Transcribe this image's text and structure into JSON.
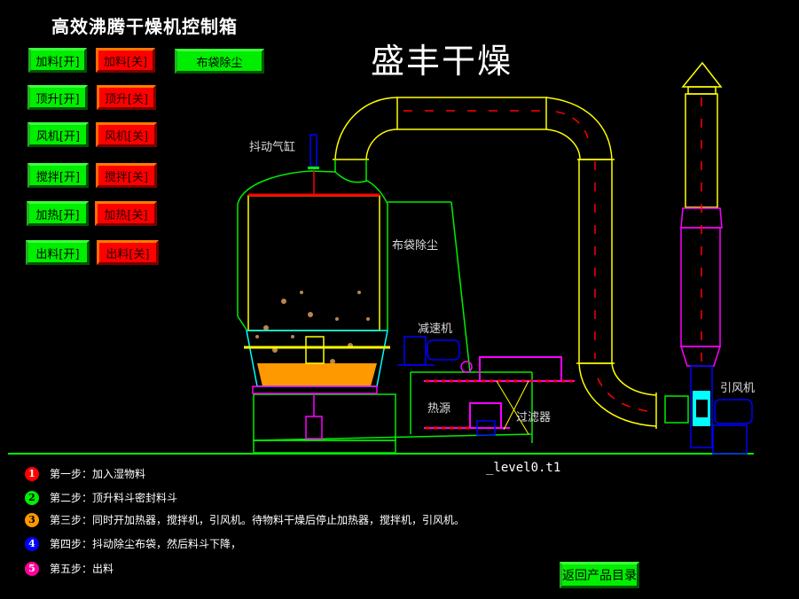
{
  "header": {
    "title": "高效沸腾干燥机控制箱",
    "brand": "盛丰干燥"
  },
  "controls": {
    "rows": [
      {
        "on": "加料[开]",
        "off": "加料[关]"
      },
      {
        "on": "顶升[开]",
        "off": "顶升[关]"
      },
      {
        "on": "风机[开]",
        "off": "风机[关]"
      },
      {
        "on": "搅拌[开]",
        "off": "搅拌[关]"
      },
      {
        "on": "加热[开]",
        "off": "加热[关]"
      },
      {
        "on": "出料[开]",
        "off": "出料[关]"
      }
    ],
    "bag_dust": "布袋除尘",
    "back": "返回产品目录"
  },
  "diagram_labels": {
    "cylinder": "抖动气缸",
    "bag_filter": "布袋除尘",
    "reducer": "减速机",
    "heat_source": "热源",
    "filter": "过滤器",
    "fan": "引风机"
  },
  "steps": [
    {
      "num": "1",
      "color": "#ff0000",
      "text": "第一步：加入湿物料"
    },
    {
      "num": "2",
      "color": "#00ee00",
      "text": "第二步：顶升料斗密封料斗"
    },
    {
      "num": "3",
      "color": "#ff9900",
      "text": "第三步：同时开加热器，搅拌机，引风机。待物料干燥后停止加热器，搅拌机，引风机。"
    },
    {
      "num": "4",
      "color": "#0000ff",
      "text": "第四步：抖动除尘布袋，然后料斗下降，"
    },
    {
      "num": "5",
      "color": "#ff0099",
      "text": "第五步：出料"
    }
  ],
  "variable_text": "_level0.t1",
  "colors": {
    "on_button": "#00ee00",
    "off_button": "#ff0000",
    "pipe": "#ffff00",
    "frame": "#00ff00",
    "motor": "#0000ff",
    "piping": "#ff00ff"
  }
}
